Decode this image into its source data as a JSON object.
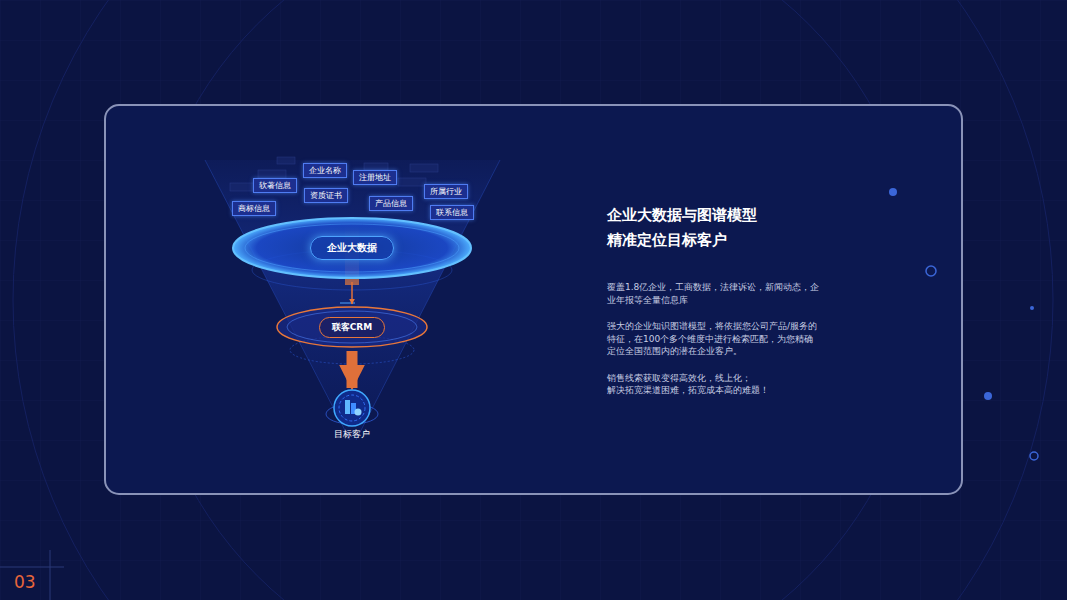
{
  "diagram": {
    "title": "企业大数据与图谱模型 精准定位目标客户",
    "nodes": [
      {
        "text": [
          "企业名称"
        ]
      },
      {
        "text": [
          "注册地址"
        ]
      },
      {
        "text": [
          "软著信息"
        ]
      },
      {
        "text": [
          "所属行业"
        ]
      },
      {
        "text": [
          "资质证书"
        ]
      },
      {
        "text": [
          "产品信息"
        ]
      },
      {
        "text": [
          "商标信息"
        ]
      },
      {
        "text": [
          "联系信息"
        ]
      },
      {
        "text": [
          "企业大数据"
        ]
      },
      {
        "text": [
          "联客CRM"
        ]
      },
      {
        "text": [
          "目标客户"
        ]
      }
    ],
    "edges": [
      {
        "from": 8,
        "to": 9,
        "arrow": "to"
      },
      {
        "from": 9,
        "to": 10,
        "arrow": "to"
      }
    ],
    "labels": [
      "覆盖1.8亿企业，工商数据，法律诉讼，新闻动态，企业年报等全量信息库",
      "强大的企业知识图谱模型，将依据您公司产品/服务的特征，在100个多个维度中进行检索匹配，为您精确定位全国范围内的潜在企业客户。",
      "销售线索获取变得高效化，线上化；",
      "解决拓宽渠道困难，拓宽成本高的难题！",
      "03"
    ]
  }
}
